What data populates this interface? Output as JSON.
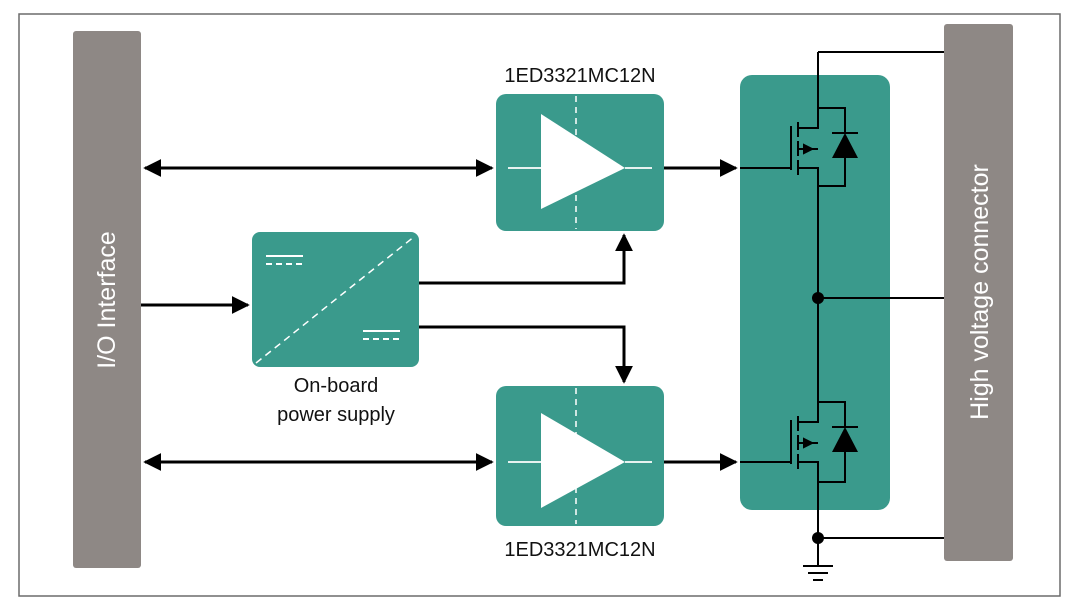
{
  "io_interface": {
    "label": "I/O Interface"
  },
  "hv_connector": {
    "label": "High voltage connector"
  },
  "driver_top": {
    "label": "1ED3321MC12N"
  },
  "driver_bottom": {
    "label": "1ED3321MC12N"
  },
  "power_supply": {
    "label_line1": "On-board",
    "label_line2": "power supply"
  },
  "colors": {
    "teal": "#3A9A8C",
    "gray": "#8E8885",
    "frame": "#6b6b6b",
    "wire": "#000000",
    "icon": "#ffffff"
  }
}
